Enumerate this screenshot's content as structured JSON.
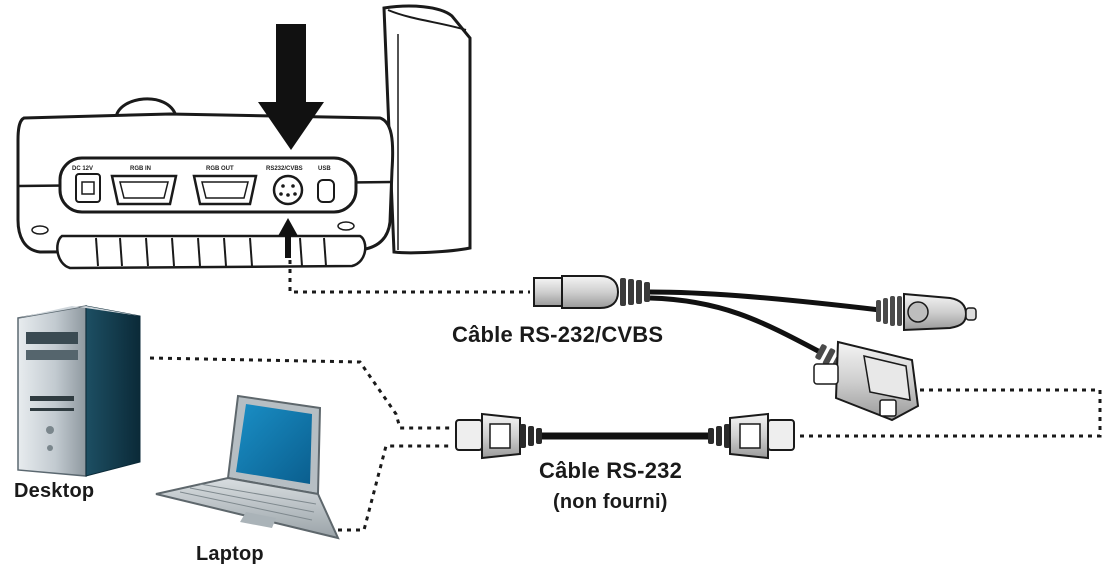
{
  "cables": {
    "rs232_cvbs": "Câble RS-232/CVBS",
    "rs232": "Câble RS-232",
    "rs232_note": "(non fourni)"
  },
  "devices": {
    "desktop": "Desktop",
    "laptop": "Laptop"
  },
  "ports": {
    "dc": "DC 12V",
    "rgb_in": "RGB IN",
    "rgb_out": "RGB OUT",
    "rs232_cvbs": "RS232/CVBS",
    "usb": "USB"
  },
  "icons": [
    "down-arrow-icon",
    "up-arrow-icon",
    "desktop-tower-icon",
    "laptop-icon",
    "serial-connector-icon",
    "mini-din-plug-icon",
    "rca-plug-icon"
  ]
}
